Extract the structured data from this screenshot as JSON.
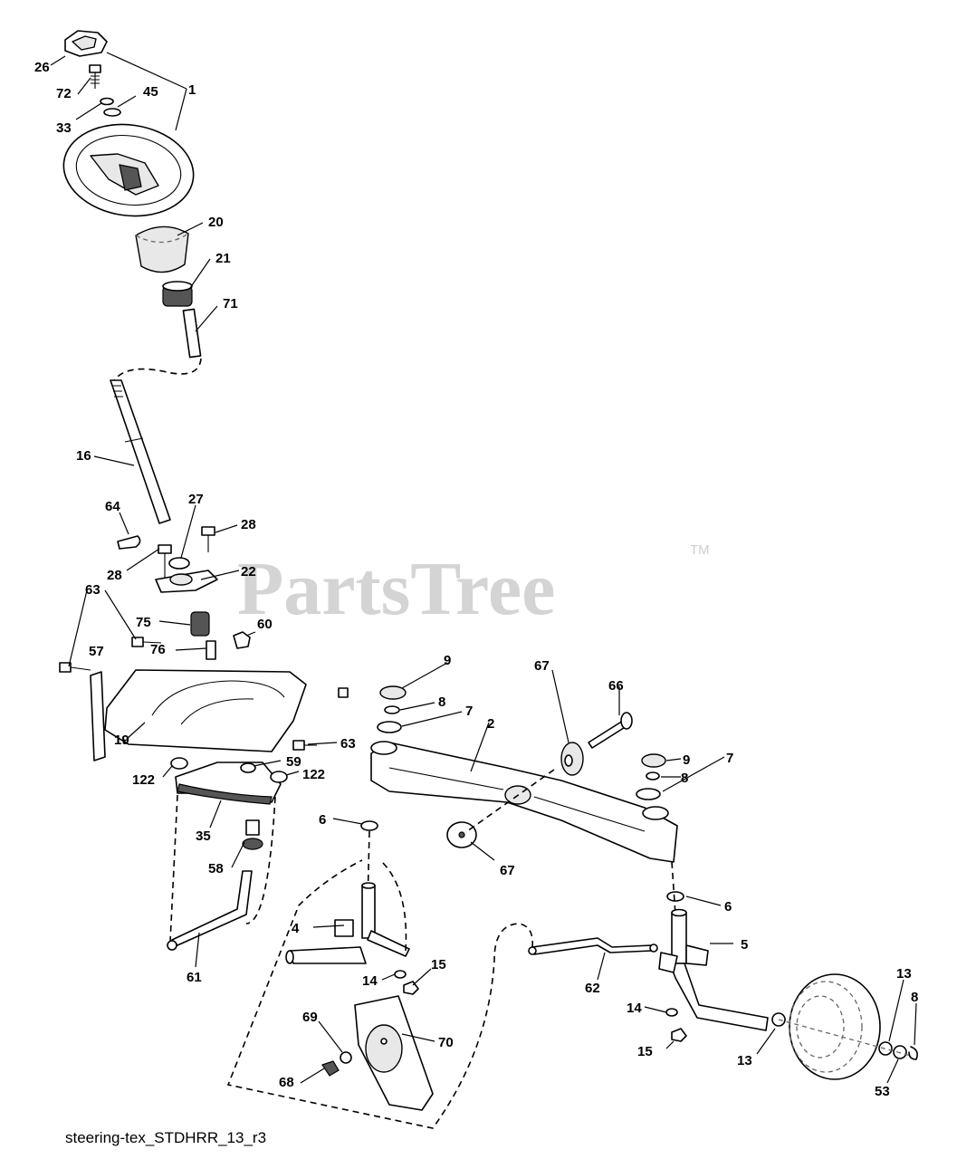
{
  "diagram": {
    "caption": "steering-tex_STDHRR_13_r3",
    "watermark": "PartsTree",
    "watermark_mark": "TM",
    "callouts": {
      "c1": "1",
      "c2": "2",
      "c4": "4",
      "c5": "5",
      "c6a": "6",
      "c6b": "6",
      "c7a": "7",
      "c7b": "7",
      "c8a": "8",
      "c8b": "8",
      "c8c": "8",
      "c9a": "9",
      "c9b": "9",
      "c13a": "13",
      "c13b": "13",
      "c14a": "14",
      "c14b": "14",
      "c15a": "15",
      "c15b": "15",
      "c16": "16",
      "c19": "19",
      "c20": "20",
      "c21": "21",
      "c22": "22",
      "c26": "26",
      "c27": "27",
      "c28a": "28",
      "c28b": "28",
      "c33": "33",
      "c35": "35",
      "c45": "45",
      "c53": "53",
      "c57": "57",
      "c58": "58",
      "c59": "59",
      "c60": "60",
      "c61": "61",
      "c62": "62",
      "c63a": "63",
      "c63b": "63",
      "c64": "64",
      "c66": "66",
      "c67a": "67",
      "c67b": "67",
      "c68": "68",
      "c69": "69",
      "c70": "70",
      "c71": "71",
      "c72": "72",
      "c75": "75",
      "c76": "76",
      "c122a": "122",
      "c122b": "122"
    }
  }
}
